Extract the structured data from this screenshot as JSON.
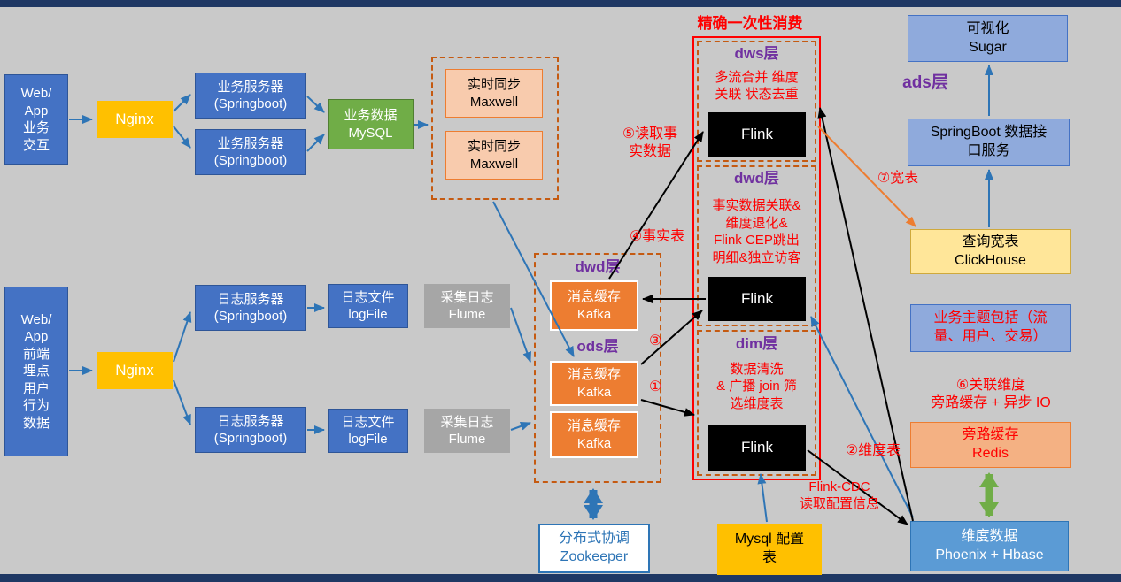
{
  "title": "精确一次性消费",
  "layers": {
    "dws": "dws层",
    "dwd_red": "dwd层",
    "dim": "dim层",
    "dwd_kafka": "dwd层",
    "ods": "ods层",
    "ads": "ads层"
  },
  "nodes": {
    "web_app_biz": "Web/\nApp\n业务\n交互",
    "nginx_top": "Nginx",
    "biz_server_1": "业务服务器\n(Springboot)",
    "biz_server_2": "业务服务器\n(Springboot)",
    "mysql": "业务数据\nMySQL",
    "maxwell_1": "实时同步\nMaxwell",
    "maxwell_2": "实时同步\nMaxwell",
    "web_app_front": "Web/\nApp\n前端\n埋点\n用户\n行为\n数据",
    "nginx_bottom": "Nginx",
    "log_server_1": "日志服务器\n(Springboot)",
    "log_server_2": "日志服务器\n(Springboot)",
    "logfile_1": "日志文件\nlogFile",
    "logfile_2": "日志文件\nlogFile",
    "flume_1": "采集日志\nFlume",
    "flume_2": "采集日志\nFlume",
    "kafka_dwd": "消息缓存\nKafka",
    "kafka_ods_1": "消息缓存\nKafka",
    "kafka_ods_2": "消息缓存\nKafka",
    "zookeeper": "分布式协调\nZookeeper",
    "dws_desc": "多流合并 维度\n关联 状态去重",
    "flink_dws": "Flink",
    "dwd_desc": "事实数据关联&\n维度退化&\nFlink CEP跳出\n明细&独立访客",
    "flink_dwd": "Flink",
    "dim_desc": "数据清洗\n& 广播 join 筛\n选维度表",
    "flink_dim": "Flink",
    "mysql_config": "Mysql 配置\n表",
    "sugar": "可视化\nSugar",
    "springboot_api": "SpringBoot 数据接\n口服务",
    "clickhouse": "查询宽表\nClickHouse",
    "biz_topics": "业务主题包括（流\n量、用户、交易）",
    "redis": "旁路缓存\nRedis",
    "phoenix": "维度数据\nPhoenix + Hbase"
  },
  "edge_labels": {
    "step1": "①",
    "step2": "②维度表",
    "step3": "③",
    "step4": "④事实表",
    "step5": "⑤读取事\n实数据",
    "step6": "⑥关联维度\n旁路缓存 + 异步 IO",
    "step7": "⑦宽表",
    "flink_cdc": "Flink-CDC\n读取配置信息"
  },
  "colors": {
    "background_gray": "#c9c9c9",
    "slide_bar_navy": "#1f3864",
    "box_blue": "#4472c4",
    "box_light_blue": "#8faadc",
    "nginx_yellow": "#ffc000",
    "mysql_green": "#70ad47",
    "kafka_orange": "#ed7d31",
    "maxwell_salmon": "#f8cbad",
    "redis_salmon": "#f4b183",
    "flume_gray": "#a6a6a6",
    "flink_black": "#000000",
    "phoenix_blue": "#5b9bd5",
    "clickhouse_yellow": "#ffe699",
    "layer_purple": "#7030a0",
    "annotation_red": "#ff0000",
    "dashed_border_orange": "#c55a11",
    "arrow_blue": "#2e75b6",
    "arrow_green": "#70ad47"
  }
}
